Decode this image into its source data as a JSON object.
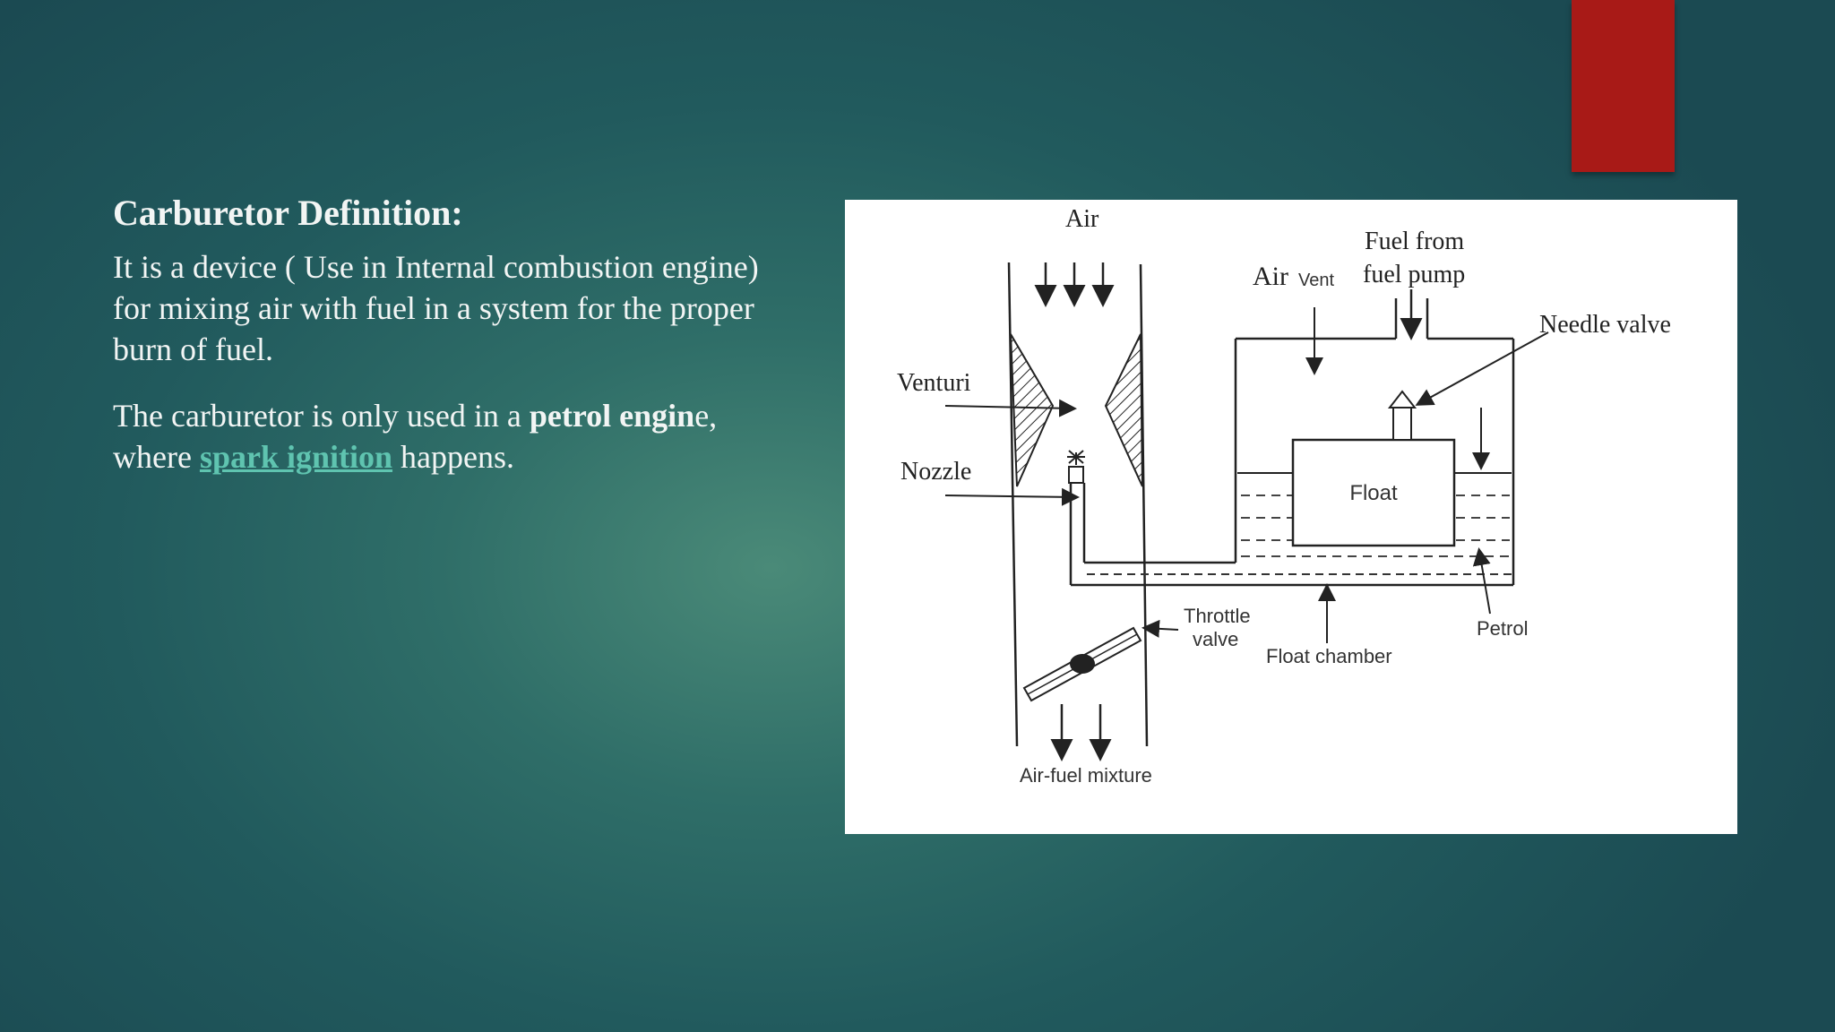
{
  "slide": {
    "heading": "Carburetor Definition:",
    "para1": "It is a device ( Use in Internal combustion engine) for mixing air with fuel in a system for the proper burn of fuel.",
    "para2": {
      "before": "The carburetor is only used in a ",
      "bold": "petrol engin",
      "after_bold": "e,",
      "where": " where ",
      "link": "spark ignition",
      "end": " happens."
    },
    "accent_color": "#a81a17",
    "link_color": "#5fc4b0"
  },
  "diagram": {
    "labels": {
      "air_top": "Air",
      "fuel_from_line1": "Fuel from",
      "fuel_from_line2": "fuel pump",
      "air_vent_air": "Air",
      "air_vent_vent": "Vent",
      "needle_valve": "Needle valve",
      "venturi": "Venturi",
      "nozzle": "Nozzle",
      "float": "Float",
      "throttle_line1": "Throttle",
      "throttle_line2": "valve",
      "float_chamber": "Float chamber",
      "petrol": "Petrol",
      "air_fuel_mixture": "Air-fuel mixture"
    }
  }
}
